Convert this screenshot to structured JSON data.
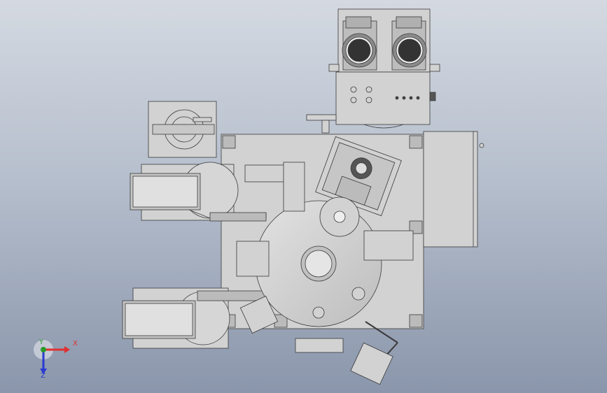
{
  "viewport": {
    "background_top": "#d4d9e1",
    "background_bottom": "#8a96ab",
    "model_fill": "#cfcfcf",
    "model_stroke": "#333333"
  },
  "triad": {
    "x_label": "X",
    "y_label": "Y",
    "z_label": "Z",
    "x_color": "#e03030",
    "y_color": "#2a9a2a",
    "z_color": "#2a3ad0"
  }
}
